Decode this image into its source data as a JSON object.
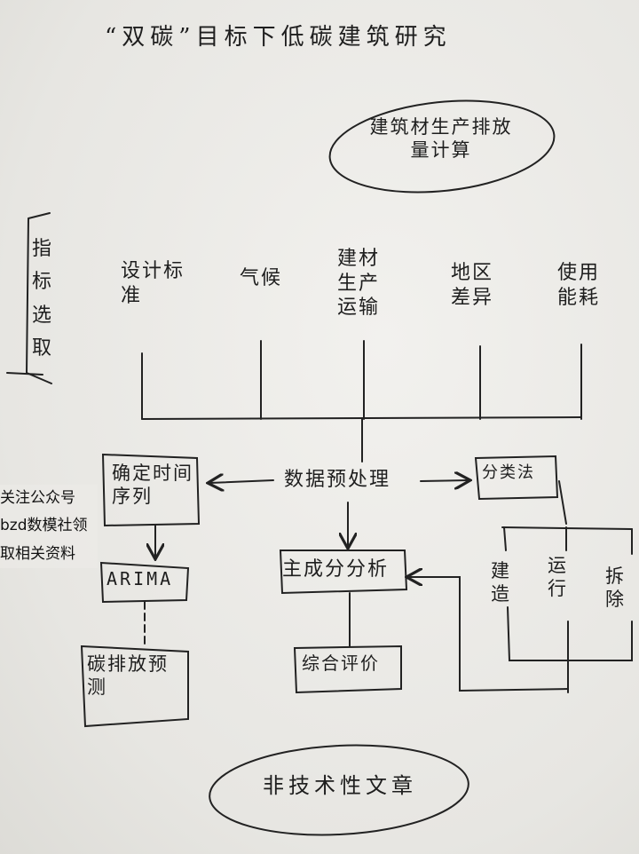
{
  "title": "“双碳”目标下低碳建筑研究",
  "top_oval": "建筑材生产排放量计算",
  "left_box": "指标选取",
  "indicators": [
    "设计标准",
    "气候",
    "建材生产运输",
    "地区差异",
    "使用能耗"
  ],
  "preprocess": "数据预处理",
  "timeseries": "确定时间序列",
  "arima": "ARIMA",
  "forecast": "碳排放预测",
  "pca": "主成分分析",
  "evaluation": "综合评价",
  "classification": "分类法",
  "stages": [
    "建造",
    "运行",
    "拆除"
  ],
  "bottom_oval": "非技术性文章",
  "watermark": "关注公众号bzd数模社领取相关资料"
}
